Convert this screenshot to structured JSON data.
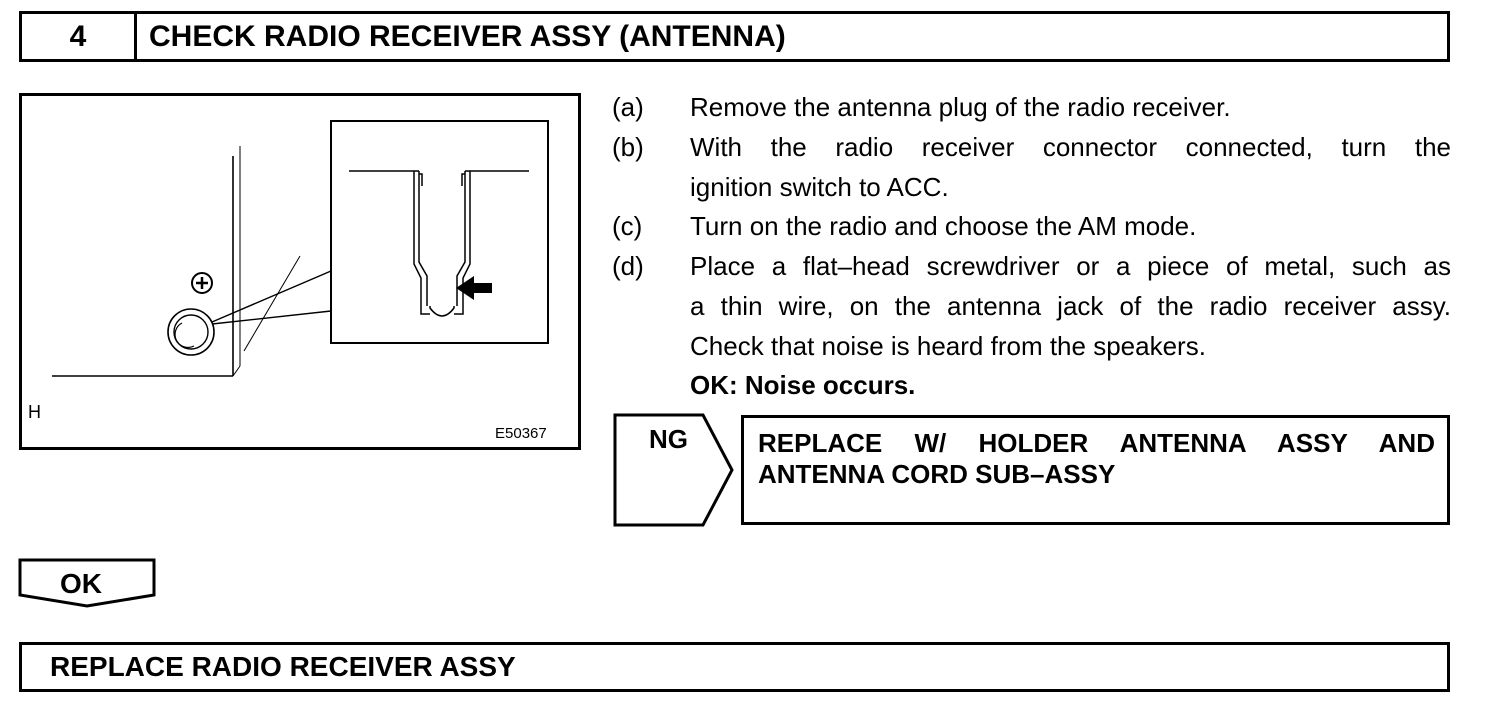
{
  "step": {
    "number": "4",
    "title": "CHECK RADIO RECEIVER ASSY (ANTENNA)"
  },
  "illustration": {
    "corner_label": "H",
    "code": "E50367",
    "symbols": [
      "plus-circle-icon",
      "antenna-jack-icon",
      "arrow-left-icon"
    ]
  },
  "instructions": [
    {
      "letter": "(a)",
      "lines": [
        "Remove the antenna plug of the radio receiver."
      ]
    },
    {
      "letter": "(b)",
      "lines": [
        "With the radio receiver connector connected, turn the",
        "ignition switch to ACC."
      ]
    },
    {
      "letter": "(c)",
      "lines": [
        "Turn on the radio and choose the AM mode."
      ]
    },
    {
      "letter": "(d)",
      "lines": [
        "Place a flat–head screwdriver or a piece of metal, such as",
        "a thin wire, on the antenna jack of the radio receiver assy.",
        "Check that noise is heard from the speakers."
      ]
    }
  ],
  "ok_criteria": "OK: Noise occurs.",
  "ng": {
    "label": "NG",
    "action_line1": "REPLACE W/ HOLDER ANTENNA ASSY AND",
    "action_line2": "ANTENNA CORD SUB–ASSY"
  },
  "ok": {
    "label": "OK",
    "action": "REPLACE RADIO RECEIVER ASSY"
  }
}
